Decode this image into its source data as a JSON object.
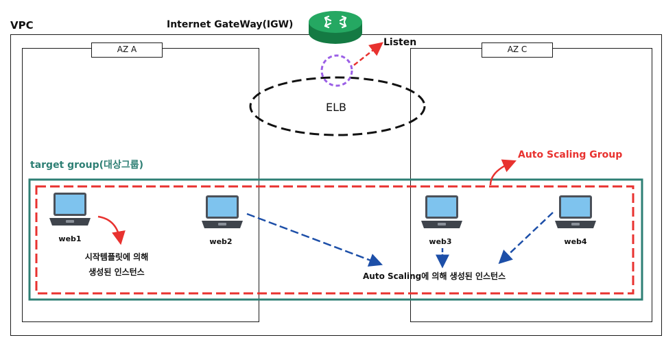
{
  "vpc": {
    "label": "VPC"
  },
  "igw": {
    "label": "Internet GateWay(IGW)"
  },
  "listen": {
    "label": "Listen"
  },
  "az_a": {
    "label": "AZ A"
  },
  "az_c": {
    "label": "AZ C"
  },
  "elb": {
    "label": "ELB"
  },
  "target_group": {
    "label": "target group(대상그룹)"
  },
  "asg": {
    "label": "Auto Scaling Group"
  },
  "instances": [
    {
      "label": "web1"
    },
    {
      "label": "web2"
    },
    {
      "label": "web3"
    },
    {
      "label": "web4"
    }
  ],
  "notes": {
    "template_line1": "시작템플릿에 의해",
    "template_line2": "생성된 인스턴스",
    "autoscaling": "Auto Scaling에 의해 생성된 인스턴스"
  },
  "colors": {
    "asg_red": "#e8322f",
    "tg_teal": "#2e7f74",
    "arrow_blue": "#1d4fa8",
    "igw_green": "#1f9a57",
    "listener_purple": "#9b5fe6"
  }
}
